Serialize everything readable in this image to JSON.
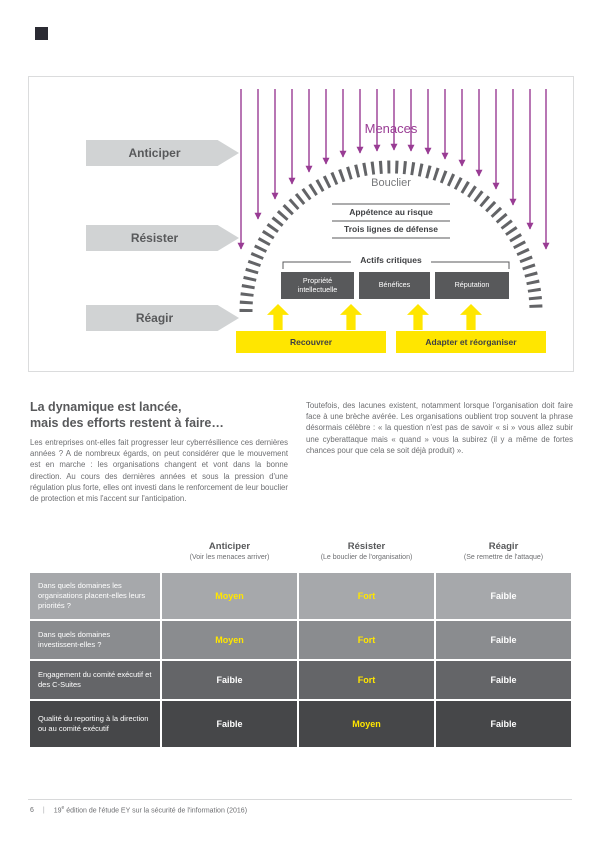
{
  "colors": {
    "ey_yellow": "#ffe600",
    "menace_purple": "#993c94",
    "dark_gray": "#58595b",
    "body_gray": "#6d6e71",
    "white": "#ffffff"
  },
  "diagram": {
    "menaces_label": "Menaces",
    "bouclier_label": "Bouclier",
    "phases": [
      "Anticiper",
      "Résister",
      "Réagir"
    ],
    "appetence_label": "Appétence au risque",
    "defense_label": "Trois lignes de défense",
    "actifs_label": "Actifs critiques",
    "assets": [
      "Propriété intellectuelle",
      "Bénéfices",
      "Réputation"
    ],
    "recover_label": "Recouvrer",
    "adapt_label": "Adapter et réorganiser"
  },
  "article": {
    "heading_line1": "La dynamique est lancée,",
    "heading_line2": "mais des efforts restent à faire…",
    "left_paragraph": "Les entreprises ont-elles fait progresser leur cyberrésilience ces dernières années ? A de nombreux égards, on peut considérer que le mouvement est en marche : les organisations changent et vont dans la bonne direction. Au cours des dernières années et sous la pression d'une régulation plus forte, elles ont investi dans le renforcement de leur bouclier de protection et mis l'accent sur l'anticipation.",
    "right_paragraph": "Toutefois, des lacunes existent, notamment lorsque l'organisation doit faire face à une brèche avérée. Les organisations oublient trop souvent la phrase désormais célèbre : « la question n'est pas de savoir « si » vous allez subir une cyberattaque mais « quand » vous la subirez (il y a même de fortes chances pour que cela se soit déjà produit) »."
  },
  "table": {
    "columns": [
      {
        "title": "Anticiper",
        "subtitle": "(Voir les menaces arriver)"
      },
      {
        "title": "Résister",
        "subtitle": "(Le bouclier de l'organisation)"
      },
      {
        "title": "Réagir",
        "subtitle": "(Se remettre de l'attaque)"
      }
    ],
    "rows": [
      {
        "label": "Dans quels domaines les organisations placent-elles leurs priorités ?",
        "bg": "#a6a8ab",
        "values": [
          {
            "text": "Moyen",
            "color": "#ffe600"
          },
          {
            "text": "Fort",
            "color": "#ffe600"
          },
          {
            "text": "Faible",
            "color": "#ffffff"
          }
        ]
      },
      {
        "label": "Dans quels domaines investissent-elles ?",
        "bg": "#8a8c8f",
        "values": [
          {
            "text": "Moyen",
            "color": "#ffe600"
          },
          {
            "text": "Fort",
            "color": "#ffe600"
          },
          {
            "text": "Faible",
            "color": "#ffffff"
          }
        ]
      },
      {
        "label": "Engagement du comité exécutif et des C-Suites",
        "bg": "#646568",
        "values": [
          {
            "text": "Faible",
            "color": "#ffffff"
          },
          {
            "text": "Fort",
            "color": "#ffe600"
          },
          {
            "text": "Faible",
            "color": "#ffffff"
          }
        ]
      },
      {
        "label": "Qualité du reporting à la direction ou au comité exécutif",
        "bg": "#464749",
        "values": [
          {
            "text": "Faible",
            "color": "#ffffff"
          },
          {
            "text": "Moyen",
            "color": "#ffe600"
          },
          {
            "text": "Faible",
            "color": "#ffffff"
          }
        ]
      }
    ]
  },
  "footer": {
    "page_number": "6",
    "separator": "|",
    "edition_num": "19",
    "edition_sup": "e",
    "title_rest": "édition de l'étude EY sur la sécurité de l'information (2016)"
  }
}
